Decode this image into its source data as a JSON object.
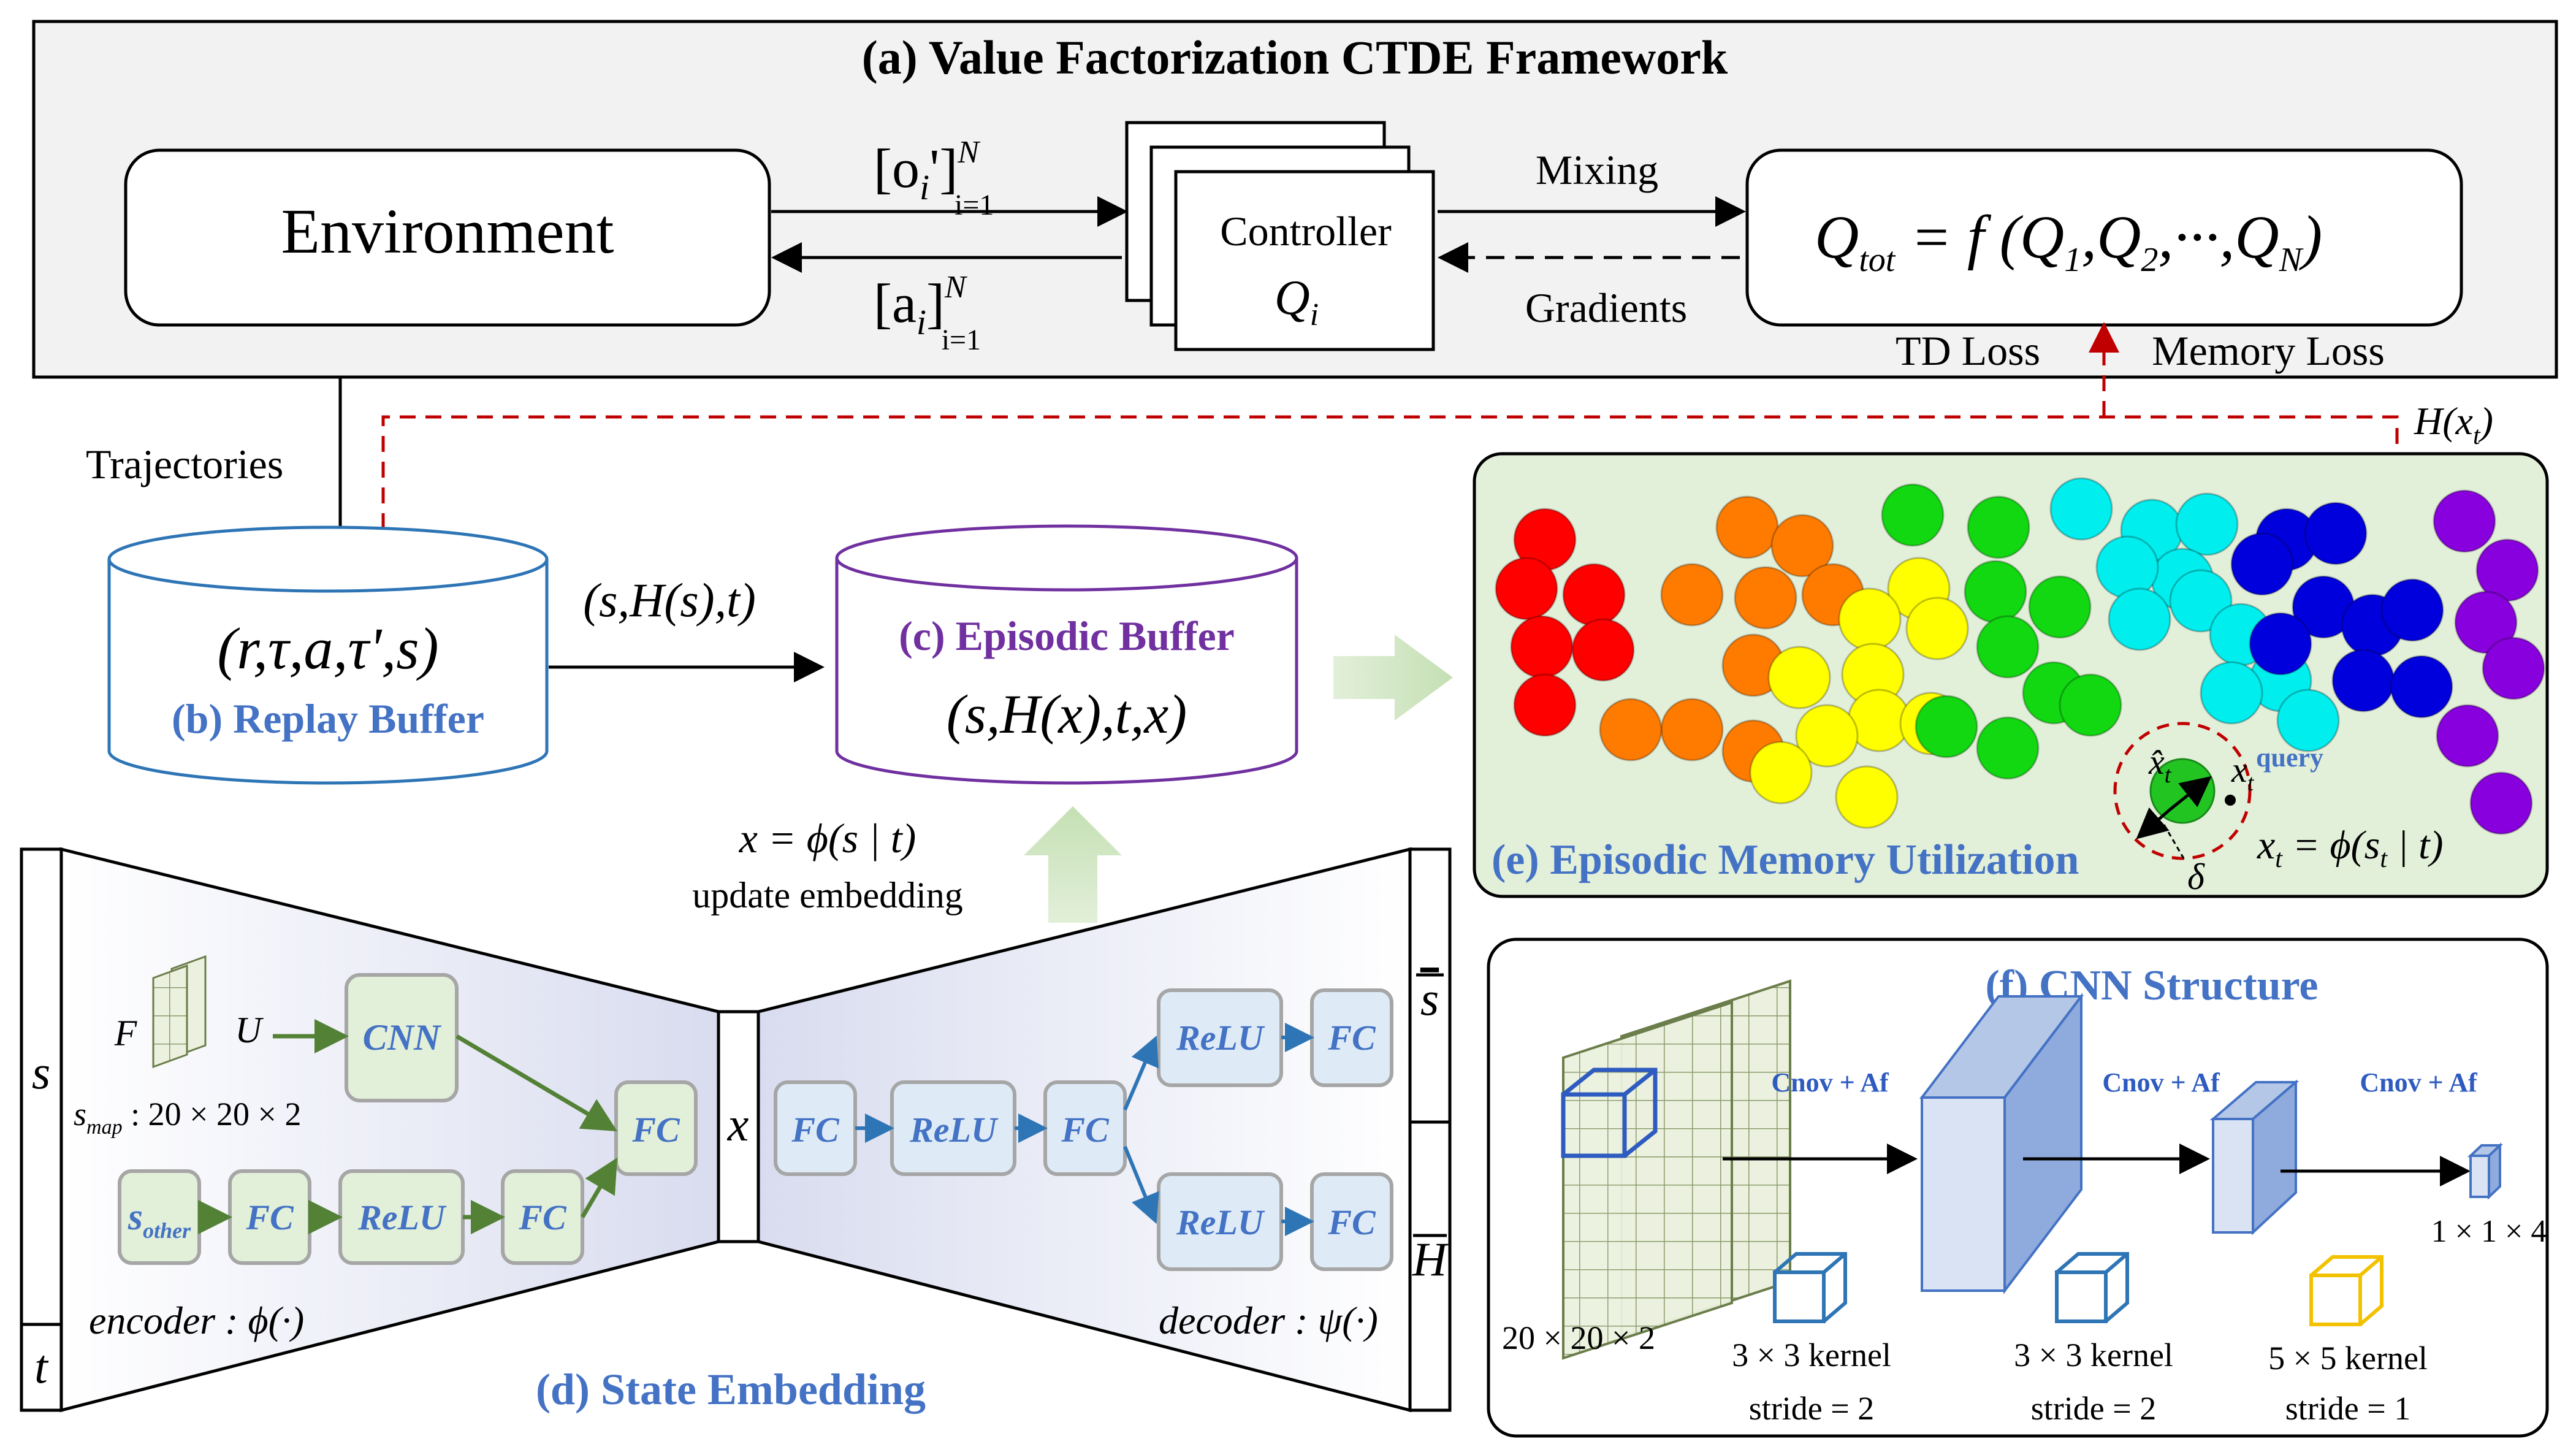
{
  "panel_a": {
    "title": "(a) Value Factorization CTDE Framework",
    "environment": "Environment",
    "controller_label": "Controller",
    "controller_q": "Q",
    "controller_q_sub": "i",
    "obs_main": "[o",
    "obs_sub": "i",
    "obs_rest": "']",
    "obs_sup": "N",
    "obs_sub2": "i=1",
    "act_main": "[a",
    "act_sub": "i",
    "act_rest": "]",
    "act_sup": "N",
    "act_sub2": "i=1",
    "mixing": "Mixing",
    "gradients": "Gradients",
    "qtot": "Q",
    "qtot_sub": "tot",
    "qtot_rest": " = f (Q",
    "q1_sub": "1",
    "q2": ",Q",
    "q2_sub": "2",
    "qn": ",···,Q",
    "qn_sub": "N",
    "close": ")",
    "td_loss": "TD Loss",
    "memory_loss": "Memory Loss"
  },
  "trajectories": "Trajectories",
  "hx_label": "H(x",
  "hx_sub": "t",
  "hx_close": ")",
  "panel_b": {
    "content": "(r,τ,a,τ',s)",
    "title": "(b) Replay Buffer"
  },
  "sh_arrow_label": "(s,H(s),t)",
  "panel_c": {
    "title": "(c) Episodic Buffer",
    "content": "(s,H(x),t,x)"
  },
  "embed_eq": "x = ϕ(s | t)",
  "update_embedding": "update embedding",
  "panel_d": {
    "title": "(d) State Embedding",
    "s_label": "s",
    "t_label": "t",
    "x_label": "x",
    "sbar_label": "s",
    "hbar_label": "H",
    "map_f": "F",
    "map_u": "U",
    "smap_label": "s",
    "smap_sub": "map",
    "smap_dim": " : 20 × 20 × 2",
    "cnn": "CNN",
    "fc": "FC",
    "relu": "ReLU",
    "s_other": "s",
    "s_other_sub": "other",
    "encoder": "encoder : ϕ(·)",
    "decoder": "decoder : ψ(·)"
  },
  "panel_e": {
    "title": "(e) Episodic Memory Utilization",
    "query": "query",
    "xhat": "x̂",
    "xhat_sub": "t",
    "xt": "x",
    "xt_sub": "t",
    "eq_lhs": "x",
    "eq_sub": "t",
    "eq_rhs": " = ϕ(s",
    "eq_sub2": "t",
    "eq_end": " | t)",
    "delta": "δ"
  },
  "panel_f": {
    "title": "(f) CNN Structure",
    "conv1": "Cnov + Af",
    "conv2": "Cnov + Af",
    "conv3": "Cnov + Af",
    "input_dim": "20 × 20 × 2",
    "output_dim": "1 × 1 × 4",
    "k1": "3 × 3 kernel",
    "s1": "stride = 2",
    "k2": "3 × 3 kernel",
    "s2": "stride = 2",
    "k3": "5 × 5 kernel",
    "s3": "stride = 1"
  },
  "colors": {
    "blue_text": "#4472c4",
    "purple_text": "#7030a0",
    "green_node": "#e2efd9",
    "green_arrow": "#538135",
    "blue_node": "#deebf7",
    "blue_arrow": "#2e75b6",
    "red_dash": "#c00000",
    "panel_a_bg": "#f2f2f2",
    "panel_e_bg": "#e2efd9"
  }
}
